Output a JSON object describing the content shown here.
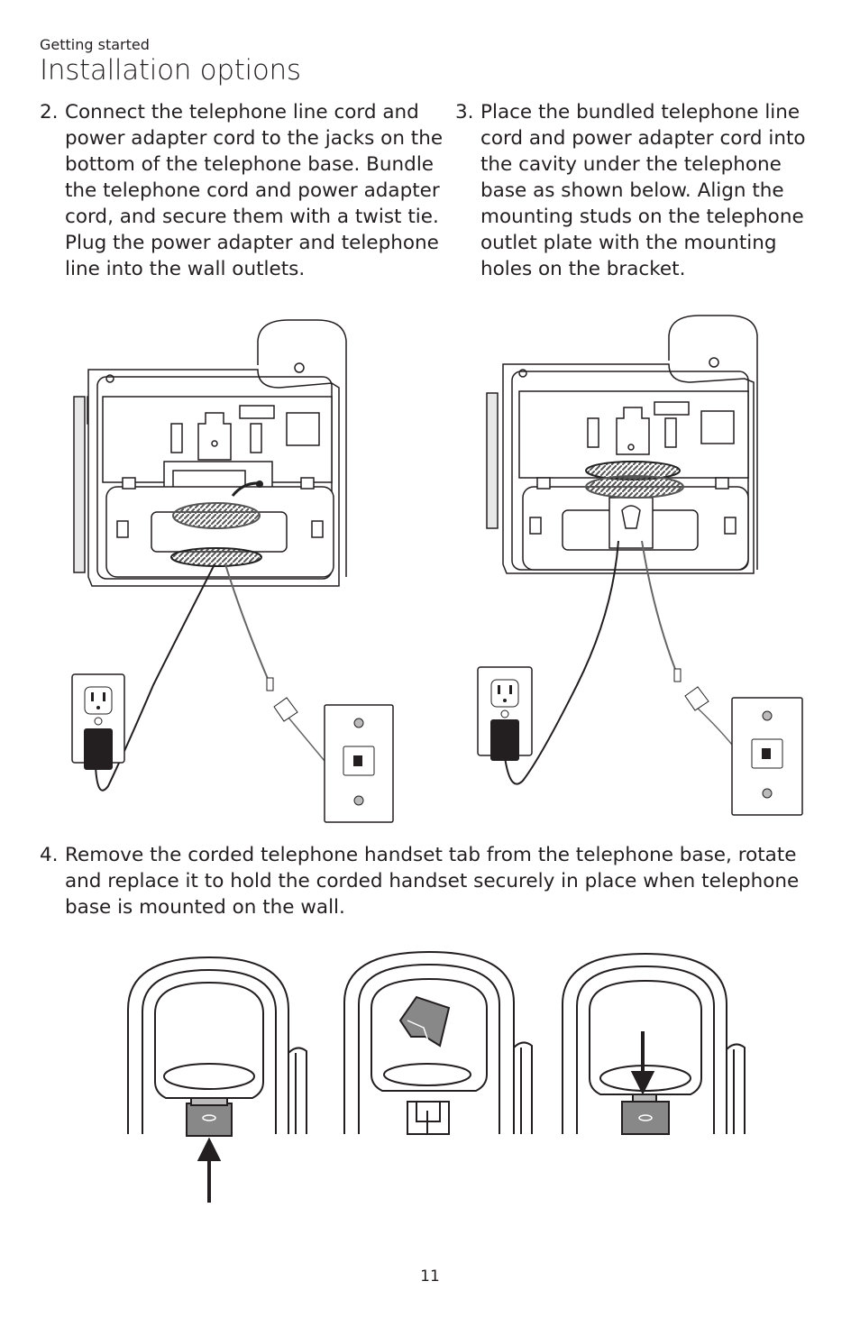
{
  "header": {
    "section": "Getting started",
    "title": "Installation options"
  },
  "steps": [
    {
      "number": "2.",
      "text": "Connect the telephone line cord and power adapter cord to the jacks on the bottom of the telephone base. Bundle the telephone cord and power adapter cord, and secure them with a twist tie. Plug the power adapter and telephone line into the wall outlets."
    },
    {
      "number": "3.",
      "text": "Place the bundled telephone line cord and power adapter cord into the cavity under the telephone base as shown below. Align the mounting studs on the telephone outlet plate with the mounting holes on the bracket."
    },
    {
      "number": "4.",
      "text": "Remove the corded telephone handset tab from the telephone base, rotate and replace it to hold the corded handset securely in place when telephone base is mounted on the wall."
    }
  ],
  "footer": {
    "page_number": "11"
  }
}
